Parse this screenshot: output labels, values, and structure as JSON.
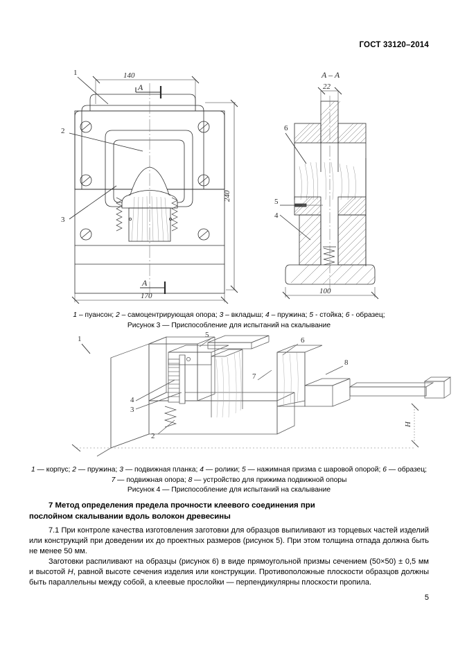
{
  "header": {
    "standard": "ГОСТ 33120–2014"
  },
  "figure3": {
    "section_title": "A – A",
    "dimensions": {
      "top_width": "140",
      "bottom_width": "170",
      "height": "240",
      "section_top": "22",
      "section_base": "100"
    },
    "section_marks": [
      "A",
      "A"
    ],
    "callouts": [
      "1",
      "2",
      "3",
      "4",
      "5",
      "6"
    ]
  },
  "figure4": {
    "callouts": [
      "1",
      "2",
      "3",
      "4",
      "5",
      "6",
      "7",
      "8"
    ],
    "dimension_h": "H"
  },
  "captions": {
    "fig3_legend_parts": [
      {
        "num": "1",
        "dash": " – ",
        "text": "пуансон; "
      },
      {
        "num": "2",
        "dash": " – ",
        "text": "самоцентрирующая опора; "
      },
      {
        "num": "3",
        "dash": " – ",
        "text": "вкладыш; "
      },
      {
        "num": "4",
        "dash": " – ",
        "text": "пружина; "
      },
      {
        "num": "5",
        "dash": " - ",
        "text": "стойка; "
      },
      {
        "num": "6",
        "dash": " - ",
        "text": "образец;"
      }
    ],
    "fig3_title": "Рисунок 3 — Приспособление для испытаний на скалывание",
    "fig4_legend_parts": [
      {
        "num": "1",
        "dash": " — ",
        "text": "корпус; "
      },
      {
        "num": "2",
        "dash": " — ",
        "text": "пружина; "
      },
      {
        "num": "3",
        "dash": " — ",
        "text": "подвижная планка; "
      },
      {
        "num": "4",
        "dash": " — ",
        "text": "ролики; "
      },
      {
        "num": "5",
        "dash": " — ",
        "text": "нажимная призма с шаровой опорой; "
      },
      {
        "num": "6",
        "dash": " — ",
        "text": "образец; "
      },
      {
        "num": "7",
        "dash": " — ",
        "text": "подвижная опора; "
      },
      {
        "num": "8",
        "dash": " — ",
        "text": "устройство для прижима подвижной опоры"
      }
    ],
    "fig4_title": "Рисунок 4 — Приспособление для испытаний на скалывание"
  },
  "section": {
    "number": "7",
    "title": "Метод определения предела прочности клеевого соединения при послойном скалывании вдоль волокон древесины",
    "title_line1": "7 Метод определения предела прочности клеевого соединения при",
    "title_line2": "послойном скалывании вдоль волокон древесины"
  },
  "paragraphs": {
    "p7_1_a": "7.1 При контроле качества изготовления заготовки для образцов выпиливают из торцевых частей изделий или конструкций при доведении их до проектных размеров (рисунок 5). При этом толщина отпада должна быть не менее 50 мм.",
    "p7_2_a": "Заготовки распиливают на образцы (рисунок 6) в виде прямоугольной призмы сечением (50×50) ± 0,5 мм и высотой ",
    "p7_2_italic": "H",
    "p7_2_b": ", равной высоте сечения изделия или конструкции. Противоположные плоскости образцов должны быть параллельны между собой, а клеевые прослойки — перпендикулярны плоскости пропила."
  },
  "footer": {
    "page_number": "5"
  }
}
